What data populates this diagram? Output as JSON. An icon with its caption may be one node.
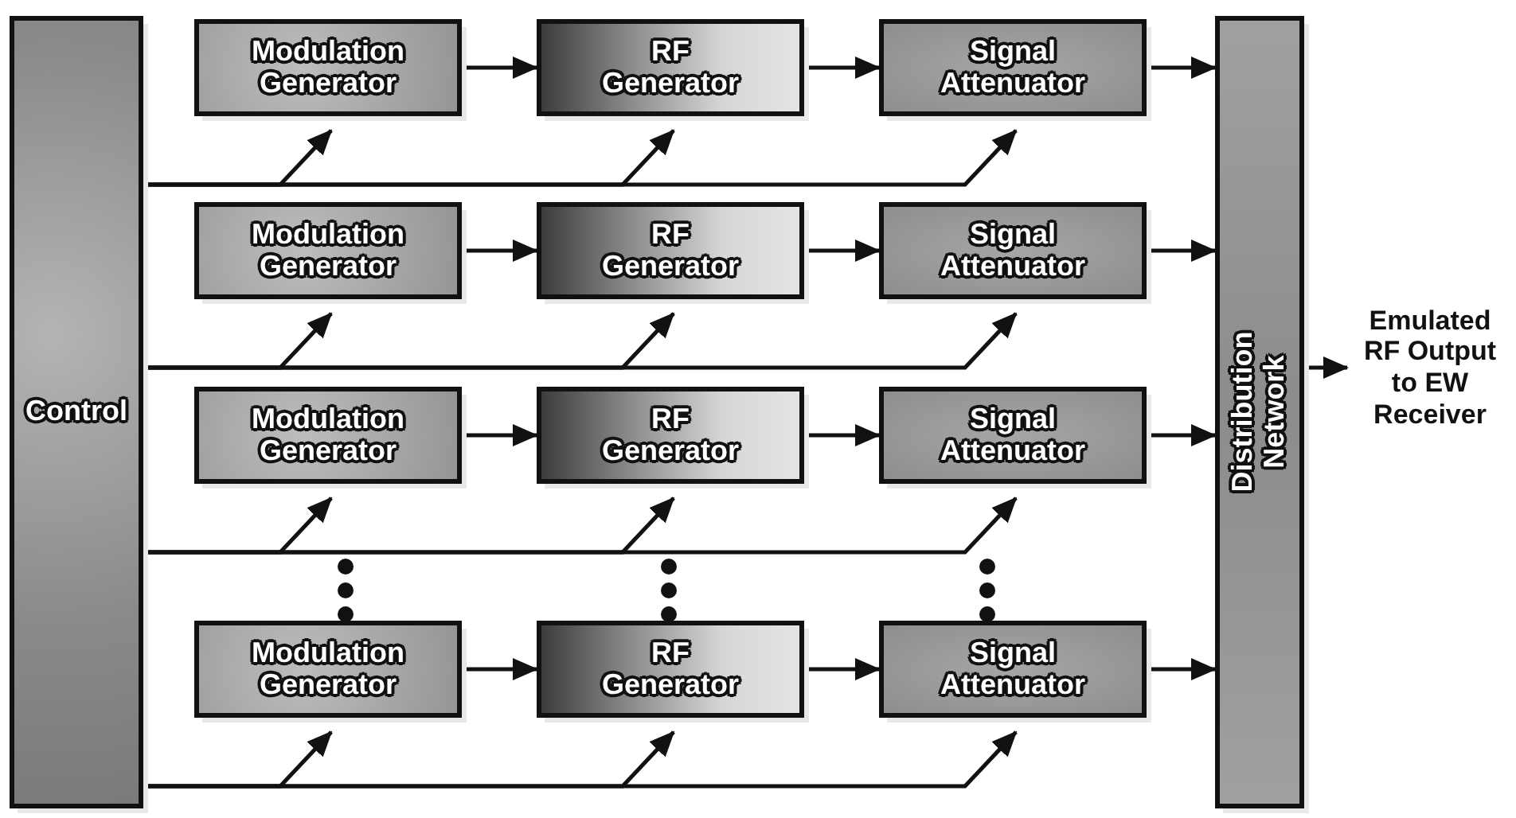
{
  "diagram": {
    "nodes": [
      {
        "text": [
          "Control"
        ]
      },
      {
        "text": [
          "Modulation Generator"
        ]
      },
      {
        "text": [
          "RF Generator"
        ]
      },
      {
        "text": [
          "Signal Attenuator"
        ]
      },
      {
        "text": [
          "Modulation Generator"
        ]
      },
      {
        "text": [
          "RF Generator"
        ]
      },
      {
        "text": [
          "Signal Attenuator"
        ]
      },
      {
        "text": [
          "Modulation Generator"
        ]
      },
      {
        "text": [
          "RF Generator"
        ]
      },
      {
        "text": [
          "Signal Attenuator"
        ]
      },
      {
        "text": [
          "Modulation Generator"
        ]
      },
      {
        "text": [
          "RF Generator"
        ]
      },
      {
        "text": [
          "Signal Attenuator"
        ]
      },
      {
        "text": [
          "Distribution Network"
        ]
      },
      {
        "text": [
          "Emulated RF Output to EW Receiver"
        ]
      }
    ],
    "edges": [
      {
        "from": 1,
        "to": 2,
        "arrow": "to"
      },
      {
        "from": 2,
        "to": 3,
        "arrow": "to"
      },
      {
        "from": 3,
        "to": 13,
        "arrow": "to"
      },
      {
        "from": 0,
        "to": 1,
        "arrow": "to"
      },
      {
        "from": 0,
        "to": 2,
        "arrow": "to"
      },
      {
        "from": 0,
        "to": 3,
        "arrow": "to"
      },
      {
        "from": 4,
        "to": 5,
        "arrow": "to"
      },
      {
        "from": 5,
        "to": 6,
        "arrow": "to"
      },
      {
        "from": 6,
        "to": 13,
        "arrow": "to"
      },
      {
        "from": 0,
        "to": 4,
        "arrow": "to"
      },
      {
        "from": 0,
        "to": 5,
        "arrow": "to"
      },
      {
        "from": 0,
        "to": 6,
        "arrow": "to"
      },
      {
        "from": 7,
        "to": 8,
        "arrow": "to"
      },
      {
        "from": 8,
        "to": 9,
        "arrow": "to"
      },
      {
        "from": 9,
        "to": 13,
        "arrow": "to"
      },
      {
        "from": 0,
        "to": 7,
        "arrow": "to"
      },
      {
        "from": 0,
        "to": 8,
        "arrow": "to"
      },
      {
        "from": 0,
        "to": 9,
        "arrow": "to"
      },
      {
        "from": 10,
        "to": 11,
        "arrow": "to"
      },
      {
        "from": 11,
        "to": 12,
        "arrow": "to"
      },
      {
        "from": 12,
        "to": 13,
        "arrow": "to"
      },
      {
        "from": 0,
        "to": 10,
        "arrow": "to"
      },
      {
        "from": 0,
        "to": 11,
        "arrow": "to"
      },
      {
        "from": 0,
        "to": 12,
        "arrow": "to"
      },
      {
        "from": 13,
        "to": 14,
        "arrow": "to"
      }
    ]
  }
}
